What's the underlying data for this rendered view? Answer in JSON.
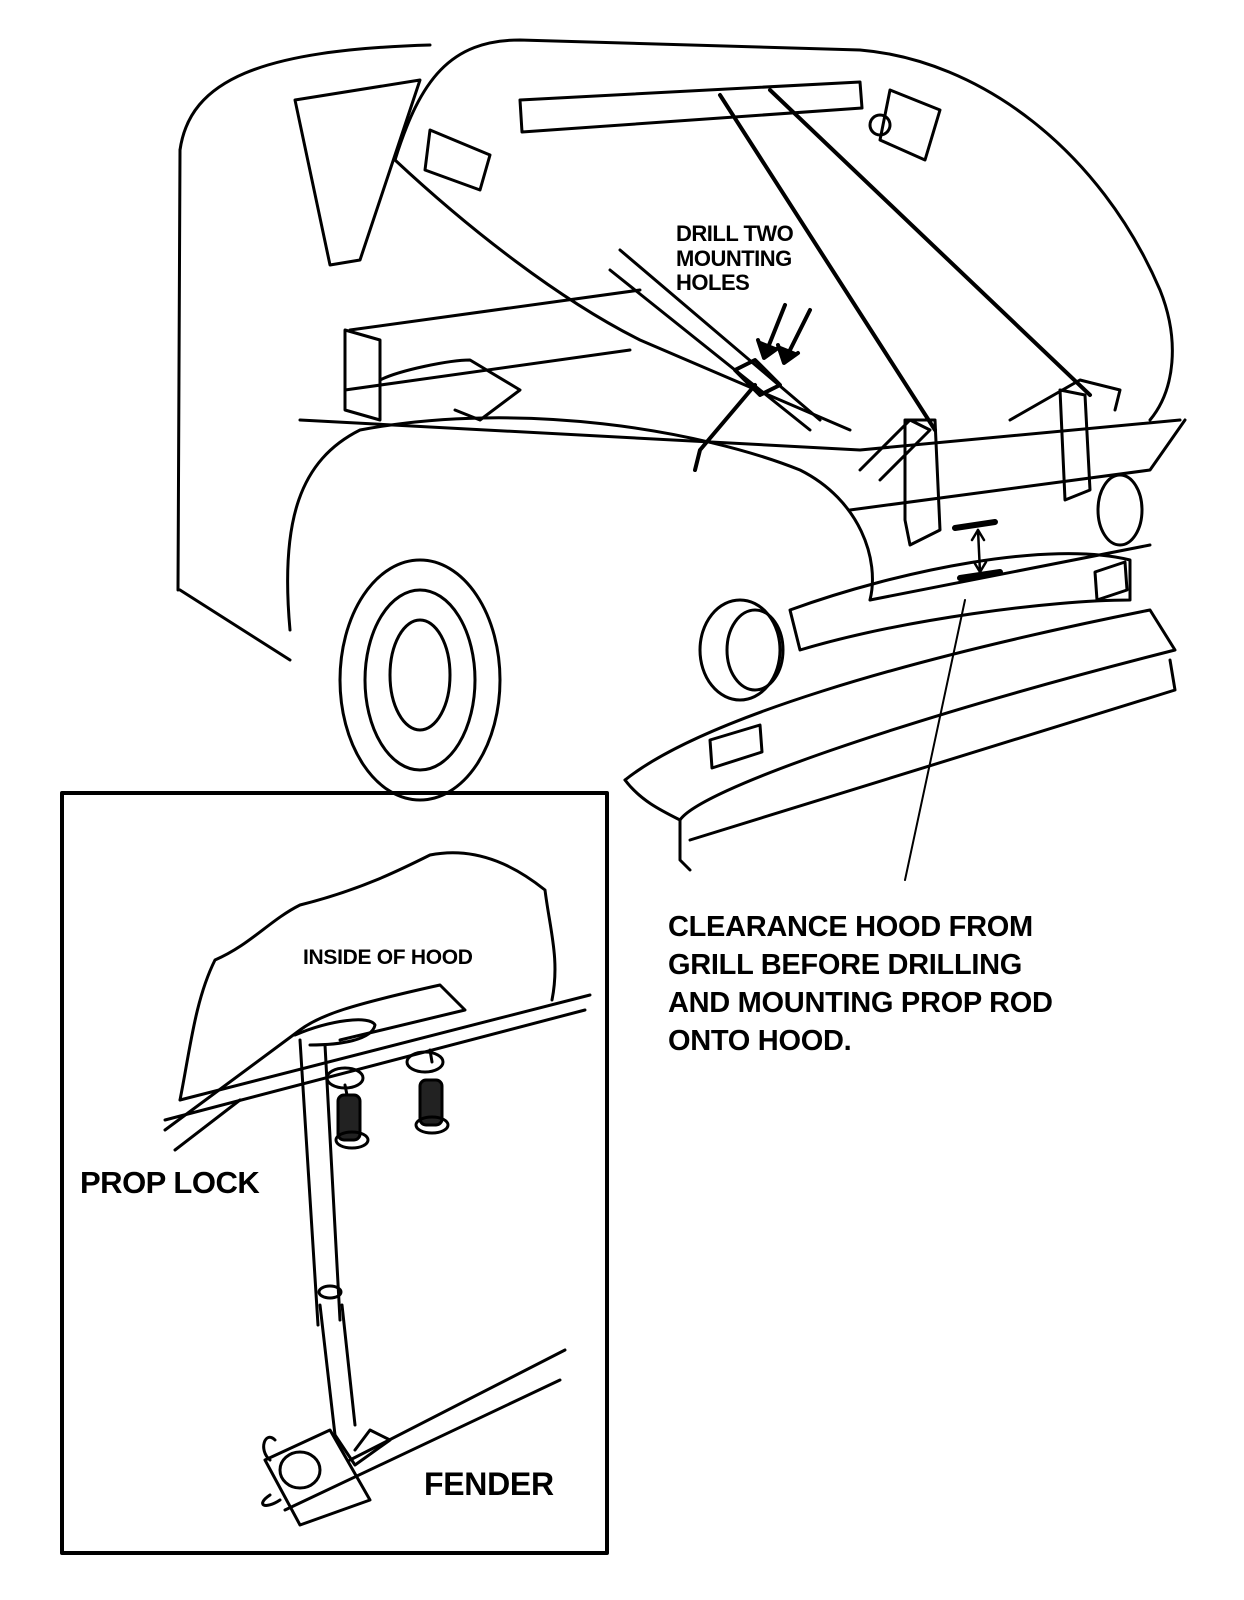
{
  "diagram": {
    "subject": "Truck hood prop rod installation",
    "labels": {
      "drill_holes": [
        "DRILL TWO",
        "MOUNTING",
        "HOLES"
      ],
      "clearance_note": [
        "CLEARANCE HOOD FROM",
        "GRILL BEFORE DRILLING",
        "AND MOUNTING PROP ROD",
        "ONTO HOOD."
      ],
      "inset_inside_hood": "INSIDE OF HOOD",
      "inset_prop_lock": "PROP LOCK",
      "inset_fender": "FENDER"
    },
    "colors": {
      "ink": "#000000",
      "paper": "#ffffff"
    }
  }
}
